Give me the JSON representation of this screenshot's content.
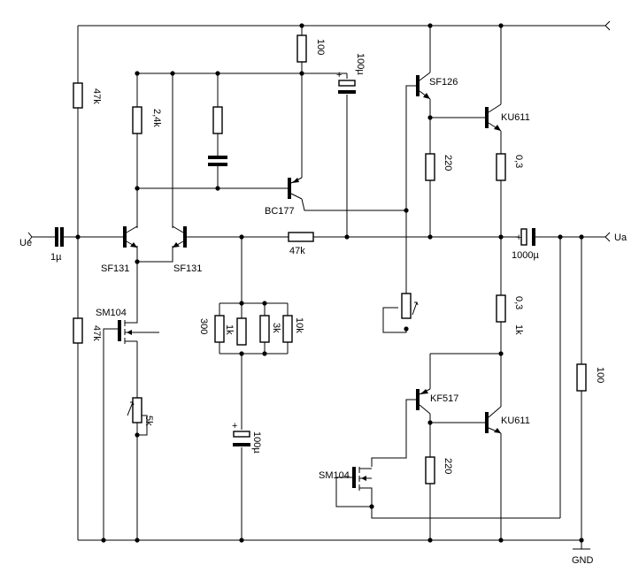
{
  "terminals": {
    "input": "Ue",
    "output": "Ua",
    "ground": "GND"
  },
  "resistors": {
    "r_47k_top": "47k",
    "r_47k_bottom": "47k",
    "r_100_top": "100",
    "r_2k4": "2,4k",
    "r_feedback": "47k",
    "r_220_upper": "220",
    "r_220_lower": "220",
    "r_0r3_upper": "0,3",
    "r_0r3_lower": "0,3",
    "r_1k_bias": "1k",
    "r_100_load": "100",
    "r_300": "300",
    "r_1k_ladder": "1k",
    "r_3k": "3k",
    "r_10k": "10k",
    "pot_5k": "5k"
  },
  "capacitors": {
    "c_in": "1µ",
    "c_top": "100µ",
    "c_bottom": "100µ",
    "c_out": "1000µ"
  },
  "transistors": {
    "q_sf131_left": "SF131",
    "q_sf131_right": "SF131",
    "q_bc177": "BC177",
    "q_sf126": "SF126",
    "q_kf517": "KF517",
    "q_ku611_upper": "KU611",
    "q_ku611_lower": "KU611",
    "fet_sm104_left": "SM104",
    "fet_sm104_right": "SM104"
  }
}
